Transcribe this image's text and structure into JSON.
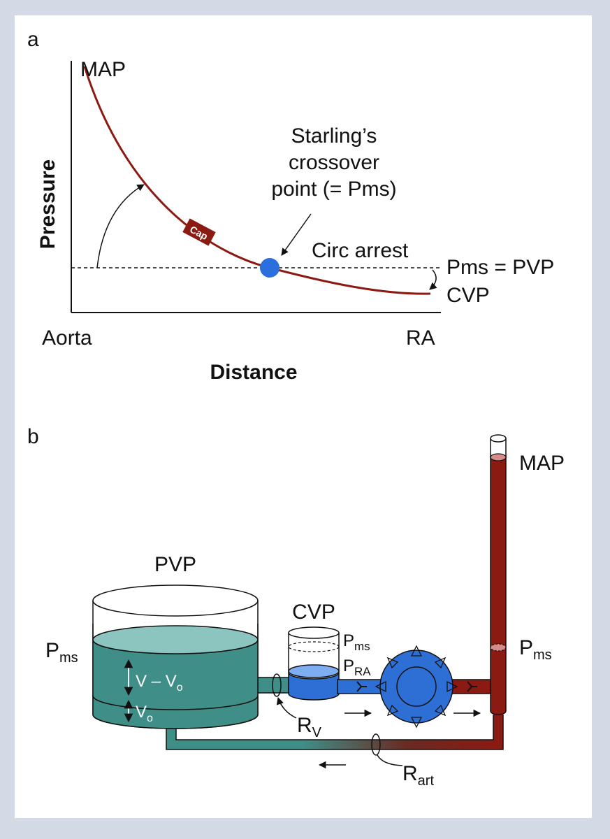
{
  "panel_a": {
    "letter": "a",
    "y_axis_label": "Pressure",
    "x_axis_label": "Distance",
    "x_left_label": "Aorta",
    "x_right_label": "RA",
    "curve_start_label": "MAP",
    "cap_label": "Cap",
    "crossover_line1": "Starling’s",
    "crossover_line2": "crossover",
    "crossover_line3": "point (= Pms)",
    "circ_arrest_label": "Circ arrest",
    "pms_pvp_label": "Pms = PVP",
    "cvp_label": "CVP"
  },
  "panel_b": {
    "letter": "b",
    "pvp_label": "PVP",
    "pms_left": {
      "main": "P",
      "sub": "ms"
    },
    "v_minus_vo": {
      "main": "V – V",
      "sub": "o"
    },
    "vo": {
      "main": "V",
      "sub": "o"
    },
    "cvp_label": "CVP",
    "pms_small": {
      "main": "P",
      "sub": "ms"
    },
    "pra_small": {
      "main": "P",
      "sub": "RA"
    },
    "rv": {
      "main": "R",
      "sub": "V"
    },
    "rart": {
      "main": "R",
      "sub": "art"
    },
    "map_label": "MAP",
    "pms_right": {
      "main": "P",
      "sub": "ms"
    }
  },
  "colors": {
    "background": "#d3dae6",
    "panel": "#ffffff",
    "arterial_red": "#8b1a12",
    "venous_teal": "#3f8f88",
    "teal_light": "#8cc4c0",
    "heart_blue": "#2e6fd6",
    "marker_blue": "#2a6fdd",
    "cvp_blue": "#3b7fe0"
  }
}
